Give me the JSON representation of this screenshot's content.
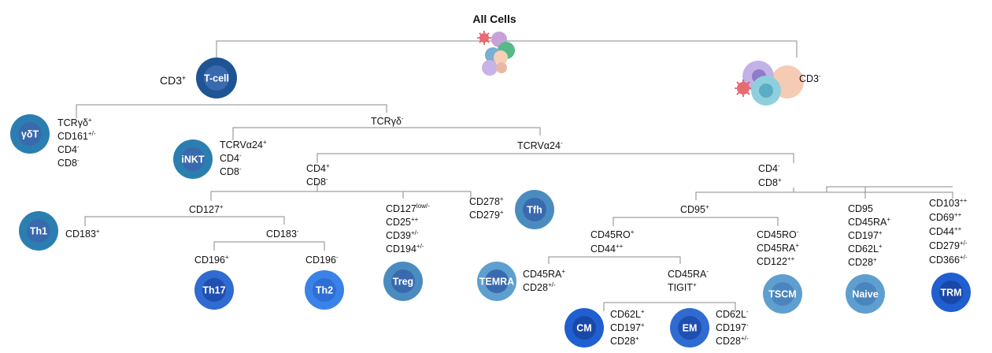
{
  "title": "All Cells",
  "colors": {
    "navy": "#1f5493",
    "teal": "#2a7fb0",
    "blue": "#2f6bd0",
    "bright": "#3b82e8",
    "steel": "#4a8cc0",
    "pale": "#5f9fd0",
    "inner": "#3a6aae",
    "line": "#888888"
  },
  "nodes": {
    "tcell": "T-cell",
    "gdt": "γδT",
    "inkt": "iNKT",
    "th1": "Th1",
    "th17": "Th17",
    "th2": "Th2",
    "treg": "Treg",
    "tfh": "Tfh",
    "temra": "TEMRA",
    "cm": "CM",
    "em": "EM",
    "tscm": "TSCM",
    "naive": "Naive",
    "trm": "TRM"
  },
  "labels": {
    "cd3pos": {
      "base": "CD3",
      "sup": "+"
    },
    "cd3neg": {
      "base": "CD3",
      "sup": "-"
    },
    "gdt_markers": [
      {
        "base": "TCRγδ",
        "sup": "+"
      },
      {
        "base": "CD161",
        "sup": "+/-"
      },
      {
        "base": "CD4",
        "sup": "-"
      },
      {
        "base": "CD8",
        "sup": "-"
      }
    ],
    "tcrgd_neg": {
      "base": "TCRγδ",
      "sup": "-"
    },
    "inkt_markers": [
      {
        "base": "TCRVα24",
        "sup": "+"
      },
      {
        "base": "CD4",
        "sup": "-"
      },
      {
        "base": "CD8",
        "sup": "-"
      }
    ],
    "tcrva24_neg": {
      "base": "TCRVα24",
      "sup": "-"
    },
    "cd4_branch": [
      {
        "base": "CD4",
        "sup": "+"
      },
      {
        "base": "CD8",
        "sup": "-"
      }
    ],
    "cd8_branch": [
      {
        "base": "CD4",
        "sup": "-"
      },
      {
        "base": "CD8",
        "sup": "+"
      }
    ],
    "cd127_pos": {
      "base": "CD127",
      "sup": "+"
    },
    "cd183_pos": {
      "base": "CD183",
      "sup": "+"
    },
    "cd183_neg": {
      "base": "CD183",
      "sup": "-"
    },
    "cd196_pos": {
      "base": "CD196",
      "sup": "+"
    },
    "cd196_neg": {
      "base": "CD196",
      "sup": "-"
    },
    "treg_markers": [
      {
        "base": "CD127",
        "sup": "low/-"
      },
      {
        "base": "CD25",
        "sup": "++"
      },
      {
        "base": "CD39",
        "sup": "+/-"
      },
      {
        "base": "CD194",
        "sup": "+/-"
      }
    ],
    "tfh_markers": [
      {
        "base": "CD278",
        "sup": "+"
      },
      {
        "base": "CD279",
        "sup": "+"
      }
    ],
    "cd95_pos": {
      "base": "CD95",
      "sup": "+"
    },
    "cd45ro_branch": [
      {
        "base": "CD45RO",
        "sup": "+"
      },
      {
        "base": "CD44",
        "sup": "++"
      }
    ],
    "temra_markers": [
      {
        "base": "CD45RA",
        "sup": "+"
      },
      {
        "base": "CD28",
        "sup": "+/-"
      }
    ],
    "cd45ra_branch": [
      {
        "base": "CD45RA",
        "sup": "-"
      },
      {
        "base": "TIGIT",
        "sup": "+"
      }
    ],
    "cm_markers": [
      {
        "base": "CD62L",
        "sup": "+"
      },
      {
        "base": "CD197",
        "sup": "+"
      },
      {
        "base": "CD28",
        "sup": "+"
      }
    ],
    "em_markers": [
      {
        "base": "CD62L",
        "sup": "-"
      },
      {
        "base": "CD197",
        "sup": "-"
      },
      {
        "base": "CD28",
        "sup": "+/-"
      }
    ],
    "tscm_markers": [
      {
        "base": "CD45RO",
        "sup": "-"
      },
      {
        "base": "CD45RA",
        "sup": "+"
      },
      {
        "base": "CD122",
        "sup": "++"
      }
    ],
    "naive_markers": [
      {
        "base": "CD95",
        "sup": ""
      },
      {
        "base": "CD45RA",
        "sup": "+"
      },
      {
        "base": "CD197",
        "sup": "+"
      },
      {
        "base": "CD62L",
        "sup": "+"
      },
      {
        "base": "CD28",
        "sup": "+"
      }
    ],
    "trm_markers": [
      {
        "base": "CD103",
        "sup": "++"
      },
      {
        "base": "CD69",
        "sup": "++"
      },
      {
        "base": "CD44",
        "sup": "++"
      },
      {
        "base": "CD279",
        "sup": "+/-"
      },
      {
        "base": "CD366",
        "sup": "+/-"
      }
    ]
  }
}
